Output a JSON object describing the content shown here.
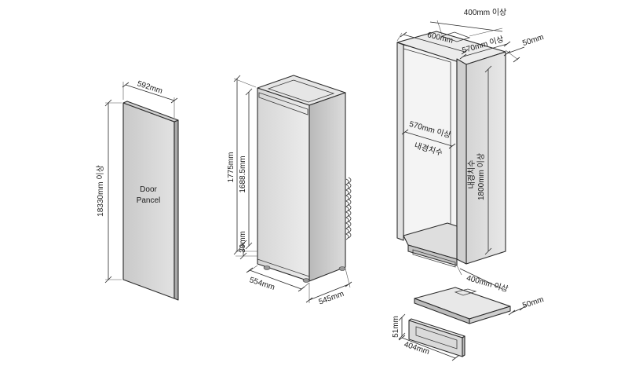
{
  "door_panel": {
    "label_line1": "Door",
    "label_line2": "Pancel",
    "width": "592mm",
    "height": "18330mm 이상"
  },
  "fridge": {
    "total_height": "1775mm",
    "inner_height": "1688.5mm",
    "base_height": "39mm",
    "width": "554mm",
    "depth": "545mm"
  },
  "cabinet": {
    "top_opening_width": "400mm 이상",
    "outer_width": "600mm",
    "top_depth": "570mm 이상",
    "back_gap": "50mm",
    "inner_depth_value": "570mm 이상",
    "inner_depth_caption": "내경치수",
    "inner_height_caption": "내경치수",
    "inner_height_value": "1800mm 이상",
    "bottom_opening_width": "400mm 이상",
    "bottom_gap": "50mm"
  },
  "grille": {
    "height": "51mm",
    "width": "404mm"
  }
}
